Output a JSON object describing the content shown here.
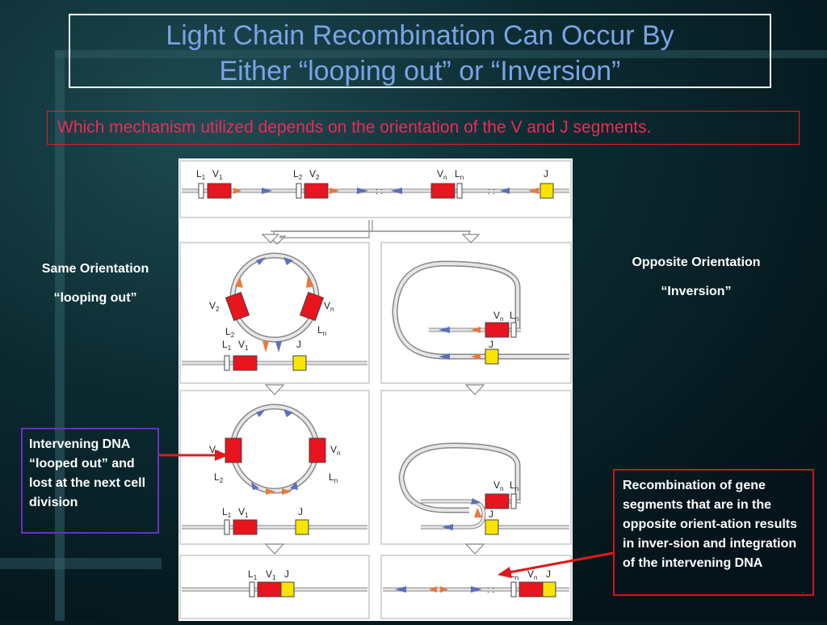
{
  "slide": {
    "title_line1": "Light Chain Recombination Can Occur By",
    "title_line2": "Either “looping out” or “Inversion”",
    "subtitle": "Which mechanism utilized depends on the orientation of the V and J segments."
  },
  "labels": {
    "same_line1": "Same Orientation",
    "same_line2": "“looping out”",
    "opposite_line1": "Opposite Orientation",
    "opposite_line2": "“Inversion”"
  },
  "notes": {
    "left_text": "Intervening DNA “looped out” and lost at the next cell division",
    "right_text": "Recombination of gene segments that are in the opposite orient-ation results in inver-sion and integration of the intervening DNA"
  },
  "segments": {
    "L1": "L",
    "V1": "V",
    "L2": "L",
    "V2": "V",
    "Ln": "L",
    "Vn": "V",
    "J": "J",
    "sub1": "1",
    "sub2": "2",
    "subn": "n"
  },
  "colors": {
    "v_segment": "#e8141e",
    "j_segment": "#f7e400",
    "rss_blue": "#5a6fc0",
    "rss_orange": "#e8793a",
    "title": "#7aa3e6",
    "subtitle": "#ee2a55"
  }
}
